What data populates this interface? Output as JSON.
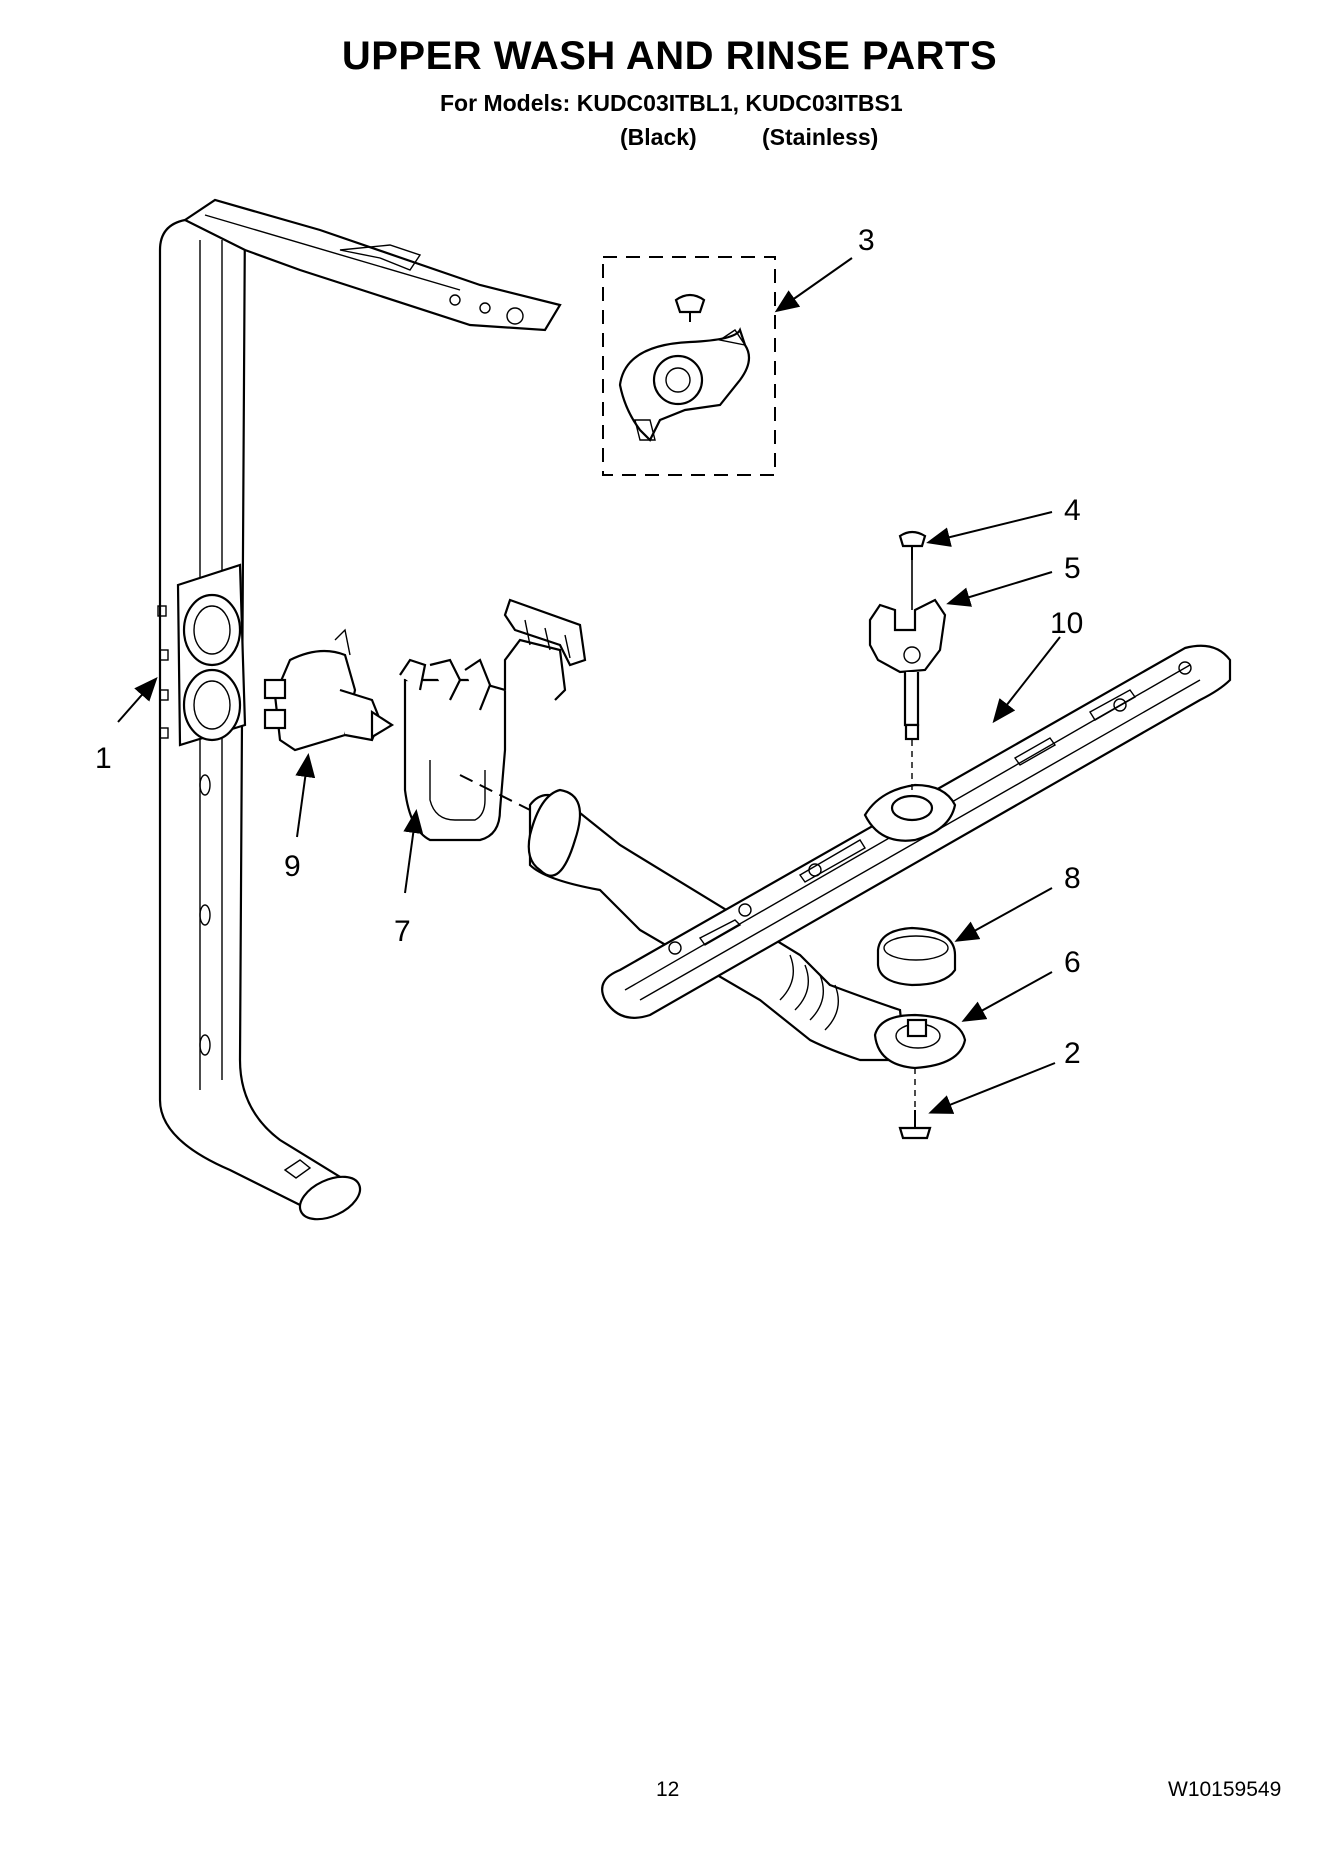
{
  "header": {
    "title": "UPPER WASH AND RINSE PARTS",
    "models_line": "For Models: KUDC03ITBL1, KUDC03ITBS1",
    "finish_black": "(Black)",
    "finish_stainless": "(Stainless)"
  },
  "callouts": {
    "c1": "1",
    "c2": "2",
    "c3": "3",
    "c4": "4",
    "c5": "5",
    "c6": "6",
    "c7": "7",
    "c8": "8",
    "c9": "9",
    "c10": "10"
  },
  "footer": {
    "page_number": "12",
    "document_number": "W10159549"
  }
}
